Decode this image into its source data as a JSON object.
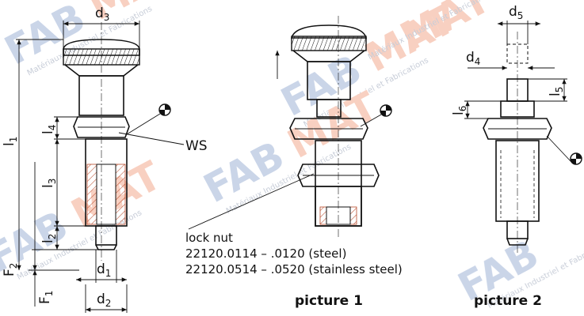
{
  "watermark": {
    "brand_fab": "FAB",
    "brand_mat": "MAT",
    "tagline": "Matériaux Industriel et Fabrications",
    "color_fab": "#9fb3d6",
    "color_mat": "#f3a98e"
  },
  "dimensions": {
    "d3": {
      "base": "d",
      "sub": "3"
    },
    "d5": {
      "base": "d",
      "sub": "5"
    },
    "d4": {
      "base": "d",
      "sub": "4"
    },
    "l5": {
      "base": "l",
      "sub": "5"
    },
    "l6": {
      "base": "l",
      "sub": "6"
    },
    "l1": {
      "base": "l",
      "sub": "1"
    },
    "l4": {
      "base": "l",
      "sub": "4"
    },
    "l3": {
      "base": "l",
      "sub": "3"
    },
    "l2": {
      "base": "l",
      "sub": "2"
    },
    "F2": {
      "base": "F",
      "sub": "2"
    },
    "F1": {
      "base": "F",
      "sub": "1"
    },
    "d1": {
      "base": "d",
      "sub": "1"
    },
    "d2": {
      "base": "d",
      "sub": "2"
    }
  },
  "labels": {
    "ws": "WS",
    "lock_nut": "lock nut",
    "steel_line": "22120.0114  –  .0120   (steel)",
    "stainless_line": "22120.0514  –  .0520 (stainless steel)",
    "picture_1": "picture 1",
    "picture_2": "picture 2"
  }
}
